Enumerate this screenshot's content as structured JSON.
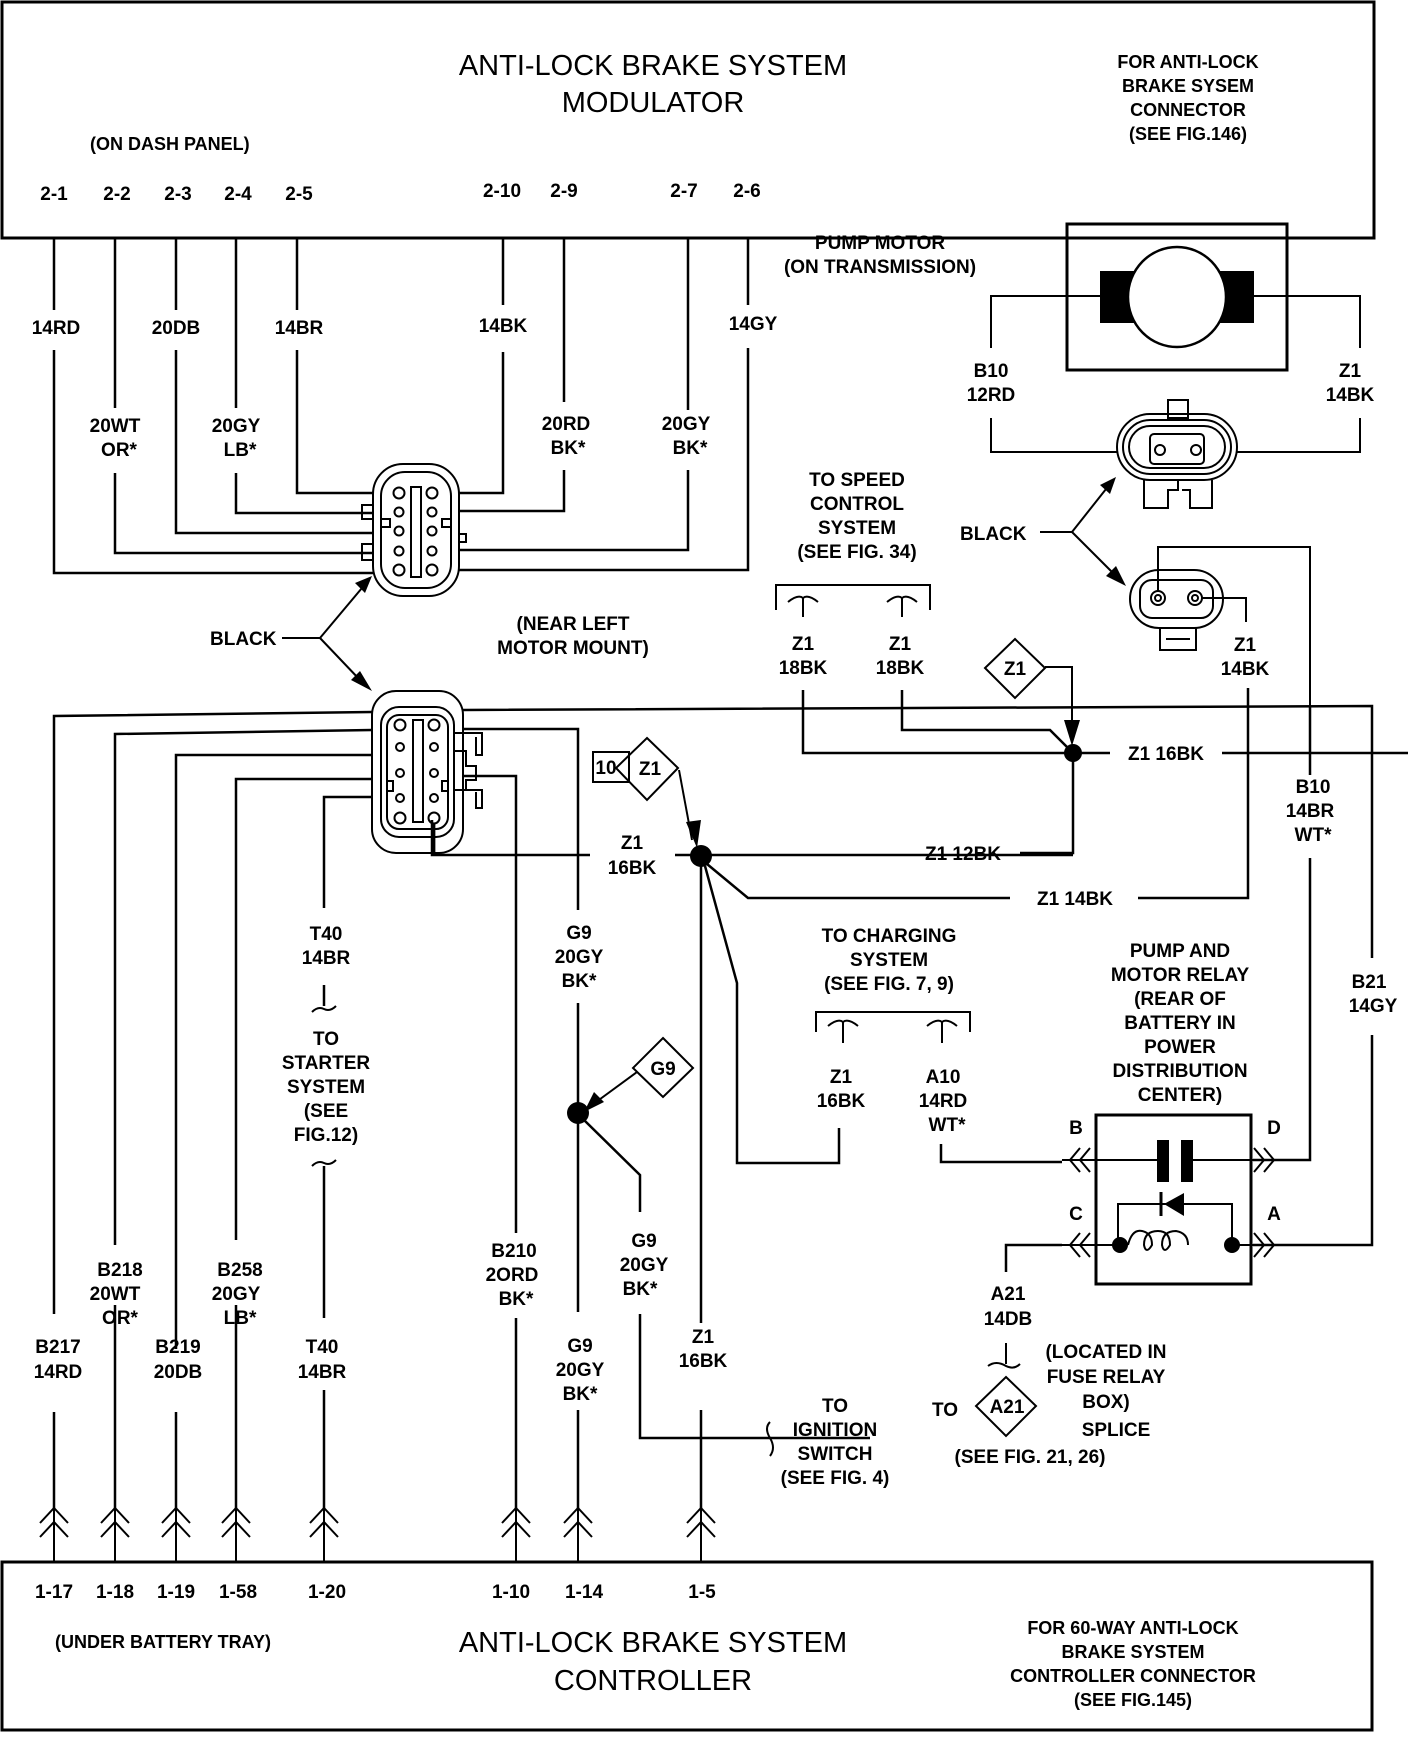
{
  "modulator": {
    "title_line1": "ANTI-LOCK BRAKE SYSTEM",
    "title_line2": "MODULATOR",
    "location": "(ON DASH PANEL)",
    "note": [
      "FOR ANTI-LOCK",
      "BRAKE SYSEM",
      "CONNECTOR",
      "(SEE FIG.146)"
    ],
    "pins": [
      "2-1",
      "2-2",
      "2-3",
      "2-4",
      "2-5",
      "2-10",
      "2-9",
      "2-7",
      "2-6"
    ]
  },
  "controller": {
    "title_line1": "ANTI-LOCK BRAKE SYSTEM",
    "title_line2": "CONTROLLER",
    "location": "(UNDER BATTERY TRAY)",
    "note": [
      "FOR 60-WAY ANTI-LOCK",
      "BRAKE SYSTEM",
      "CONTROLLER CONNECTOR",
      "(SEE FIG.145)"
    ],
    "pins": [
      "1-17",
      "1-18",
      "1-19",
      "1-58",
      "1-20",
      "1-10",
      "1-14",
      "1-5"
    ]
  },
  "upper_wires": [
    {
      "id": "14RD",
      "lines": [
        "14RD"
      ]
    },
    {
      "id": "20WT-OR",
      "lines": [
        "20WT",
        "OR*"
      ]
    },
    {
      "id": "20DB",
      "lines": [
        "20DB"
      ]
    },
    {
      "id": "20GY-LB",
      "lines": [
        "20GY",
        "LB*"
      ]
    },
    {
      "id": "14BR",
      "lines": [
        "14BR"
      ]
    },
    {
      "id": "14BK",
      "lines": [
        "14BK"
      ]
    },
    {
      "id": "20RD-BK",
      "lines": [
        "20RD",
        "BK*"
      ]
    },
    {
      "id": "20GY-BK",
      "lines": [
        "20GY",
        "BK*"
      ]
    },
    {
      "id": "14GY",
      "lines": [
        "14GY"
      ]
    }
  ],
  "lower_wires": [
    {
      "id": "B217",
      "lines": [
        "B217",
        "14RD"
      ]
    },
    {
      "id": "B218",
      "lines": [
        "B218",
        "20WT",
        "OR*"
      ]
    },
    {
      "id": "B219",
      "lines": [
        "B219",
        "20DB"
      ]
    },
    {
      "id": "B258",
      "lines": [
        "B258",
        "20GY",
        "LB*"
      ]
    },
    {
      "id": "T40-upper",
      "lines": [
        "T40",
        "14BR"
      ]
    },
    {
      "id": "T40-lower",
      "lines": [
        "T40",
        "14BR"
      ]
    },
    {
      "id": "B210",
      "lines": [
        "B210",
        "2ORD",
        "BK*"
      ]
    },
    {
      "id": "G9-upper",
      "lines": [
        "G9",
        "20GY",
        "BK*"
      ]
    },
    {
      "id": "G9-mid",
      "lines": [
        "G9",
        "20GY",
        "BK*"
      ]
    },
    {
      "id": "G9-lower",
      "lines": [
        "G9",
        "20GY",
        "BK*"
      ]
    },
    {
      "id": "Z1-16BK-left",
      "lines": [
        "Z1",
        "16BK"
      ]
    },
    {
      "id": "Z1-16BK-lower",
      "lines": [
        "Z1",
        "16BK"
      ]
    }
  ],
  "connector_labels": {
    "black_upper": "BLACK",
    "near_left_motor_mount": [
      "(NEAR LEFT",
      "MOTOR MOUNT)"
    ],
    "black_pump": "BLACK"
  },
  "pump_motor": {
    "title": [
      "PUMP MOTOR",
      "(ON TRANSMISSION)"
    ],
    "left_wire": [
      "B10",
      "12RD"
    ],
    "right_wire": [
      "Z1",
      "14BK"
    ]
  },
  "speed_control": {
    "label": [
      "TO SPEED",
      "CONTROL",
      "SYSTEM",
      "(SEE FIG. 34)"
    ],
    "wires": [
      [
        "Z1",
        "18BK"
      ],
      [
        "Z1",
        "18BK"
      ]
    ]
  },
  "splices": {
    "z1_top": "Z1",
    "z1_left": "Z1",
    "z1_left_tag": "10",
    "g9": "G9",
    "a21": "A21"
  },
  "ground_wires": {
    "z1_16bk_right": "Z1 16BK",
    "z1_12bk": "Z1 12BK",
    "z1_14bk": "Z1 14BK",
    "pump_ground": [
      "Z1",
      "14BK"
    ]
  },
  "right_wires": {
    "b10": [
      "B10",
      "14BR",
      "WT*"
    ],
    "b21": [
      "B21",
      "14GY"
    ]
  },
  "starter": {
    "label": [
      "TO",
      "STARTER",
      "SYSTEM",
      "(SEE",
      "FIG.12)"
    ]
  },
  "charging": {
    "label": [
      "TO CHARGING",
      "SYSTEM",
      "(SEE FIG. 7, 9)"
    ],
    "wires": [
      [
        "Z1",
        "16BK"
      ],
      [
        "A10",
        "14RD",
        "WT*"
      ]
    ]
  },
  "relay": {
    "label": [
      "PUMP AND",
      "MOTOR RELAY",
      "(REAR OF",
      "BATTERY IN",
      "POWER",
      "DISTRIBUTION",
      "CENTER)"
    ],
    "terminals": {
      "b": "B",
      "c": "C",
      "d": "D",
      "a": "A"
    }
  },
  "a21": {
    "wire": [
      "A21",
      "14DB"
    ],
    "to": "TO",
    "located": [
      "(LOCATED IN",
      "FUSE RELAY",
      "BOX)",
      "SPLICE"
    ],
    "see": "(SEE FIG. 21, 26)"
  },
  "ignition": {
    "label": [
      "TO",
      "IGNITION",
      "SWITCH",
      "(SEE FIG. 4)"
    ]
  }
}
